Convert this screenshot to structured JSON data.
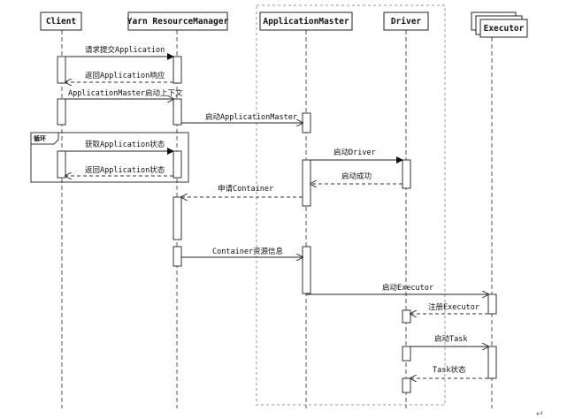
{
  "participants": {
    "client": "Client",
    "yarn_rm": "Yarn ResourceManager",
    "app_master": "ApplicationMaster",
    "driver": "Driver",
    "executor_stack_back": "E",
    "executor": "Executor"
  },
  "loop_label": "循环",
  "messages": {
    "submit_application": "请求提交Application",
    "return_application_response": "返回Application响应",
    "am_start_context": "ApplicationMaster启动上下文",
    "start_app_master": "启动ApplicationMaster",
    "get_application_status": "获取Application状态",
    "return_application_status": "返回Application状态",
    "start_driver": "启动Driver",
    "start_success": "启动成功",
    "request_container": "申请Container",
    "container_resource_info": "Container资源信息",
    "start_executor": "启动Executor",
    "register_executor": "注册Executor",
    "start_task": "启动Task",
    "task_status": "Task状态"
  },
  "corner_mark": "↵"
}
